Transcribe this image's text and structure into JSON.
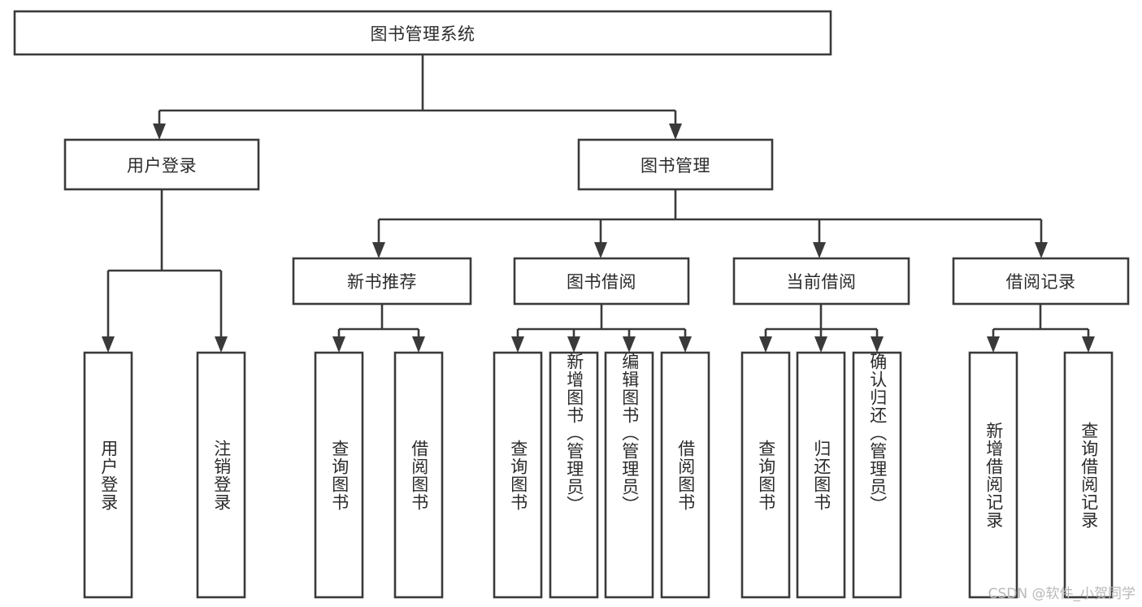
{
  "diagram": {
    "type": "tree",
    "title_node": {
      "id": "root",
      "label": "图书管理系统"
    },
    "level2": [
      {
        "id": "user-login",
        "label": "用户登录"
      },
      {
        "id": "book-management",
        "label": "图书管理"
      }
    ],
    "level3": [
      {
        "id": "new-book-recommend",
        "label": "新书推荐",
        "parent": "book-management"
      },
      {
        "id": "book-borrow",
        "label": "图书借阅",
        "parent": "book-management"
      },
      {
        "id": "current-borrow",
        "label": "当前借阅",
        "parent": "book-management"
      },
      {
        "id": "borrow-record",
        "label": "借阅记录",
        "parent": "book-management"
      }
    ],
    "leaves": [
      {
        "id": "leaf-user-login",
        "label": "用户登录",
        "parent": "user-login"
      },
      {
        "id": "leaf-logout-login",
        "label": "注销登录",
        "parent": "user-login"
      },
      {
        "id": "leaf-query-book-1",
        "label": "查询图书",
        "parent": "new-book-recommend"
      },
      {
        "id": "leaf-borrow-book-1",
        "label": "借阅图书",
        "parent": "new-book-recommend"
      },
      {
        "id": "leaf-query-book-2",
        "label": "查询图书",
        "parent": "book-borrow"
      },
      {
        "id": "leaf-add-book",
        "label": "新增图书（管理员）",
        "parent": "book-borrow"
      },
      {
        "id": "leaf-edit-book",
        "label": "编辑图书（管理员）",
        "parent": "book-borrow"
      },
      {
        "id": "leaf-borrow-book-2",
        "label": "借阅图书",
        "parent": "book-borrow"
      },
      {
        "id": "leaf-query-book-3",
        "label": "查询图书",
        "parent": "current-borrow"
      },
      {
        "id": "leaf-return-book",
        "label": "归还图书",
        "parent": "current-borrow"
      },
      {
        "id": "leaf-confirm-return",
        "label": "确认归还（管理员）",
        "parent": "current-borrow"
      },
      {
        "id": "leaf-add-record",
        "label": "新增借阅记录",
        "parent": "borrow-record"
      },
      {
        "id": "leaf-query-record",
        "label": "查询借阅记录",
        "parent": "borrow-record"
      }
    ]
  },
  "watermark": {
    "text": "CSDN @软件_小贺同学"
  },
  "colors": {
    "stroke": "#3a3a3a",
    "box_fill": "#ffffff",
    "text": "#2b2b2b",
    "background": "#ffffff",
    "watermark": "#b9b9b9"
  }
}
